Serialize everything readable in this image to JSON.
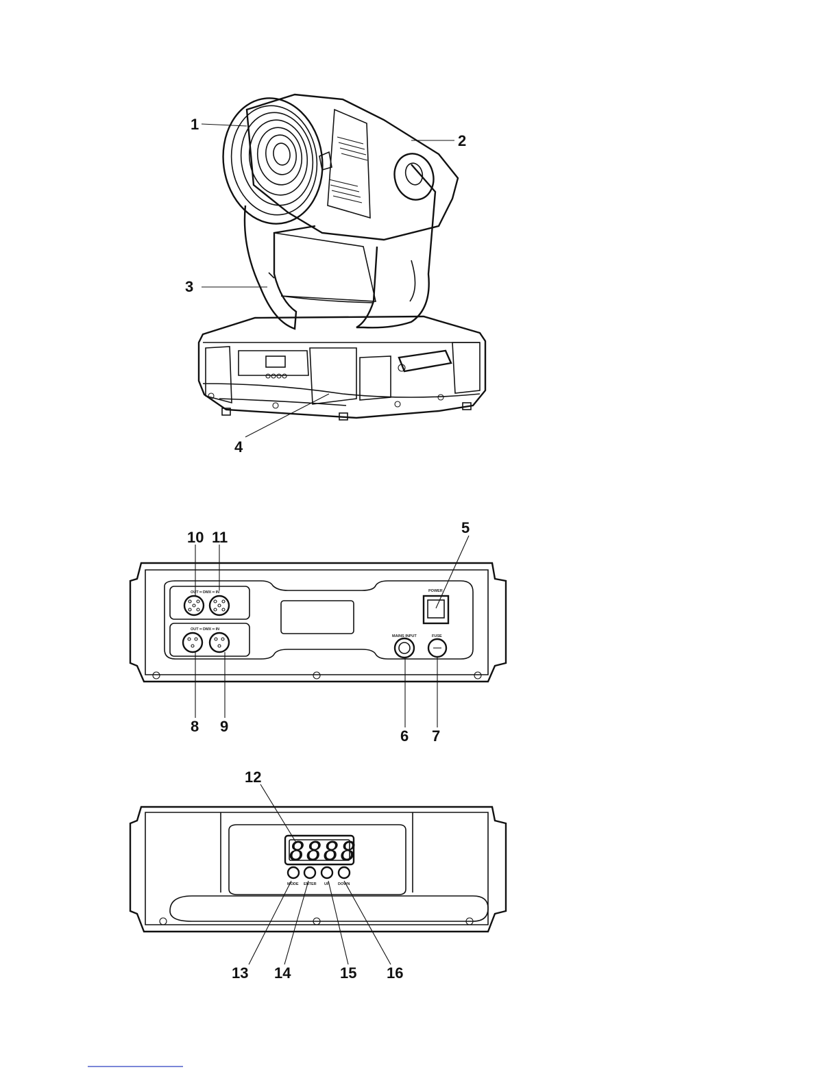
{
  "figure_top": {
    "callouts": {
      "c1": "1",
      "c2": "2",
      "c3": "3",
      "c4": "4"
    }
  },
  "figure_rear": {
    "callouts": {
      "c5": "5",
      "c6": "6",
      "c7": "7",
      "c8": "8",
      "c9": "9",
      "c10": "10",
      "c11": "11"
    },
    "labels": {
      "dmx_top": "OUT ━ DMX ━ IN",
      "dmx_bottom": "OUT ━ DMX ━ IN",
      "power": "POWER",
      "mains": "MAINS INPUT",
      "fuse": "FUSE"
    }
  },
  "figure_front": {
    "callouts": {
      "c12": "12",
      "c13": "13",
      "c14": "14",
      "c15": "15",
      "c16": "16"
    },
    "display_value": "8888",
    "buttons": {
      "mode": "MODE",
      "enter": "ENTER",
      "up": "UP",
      "down": "DOWN"
    }
  }
}
